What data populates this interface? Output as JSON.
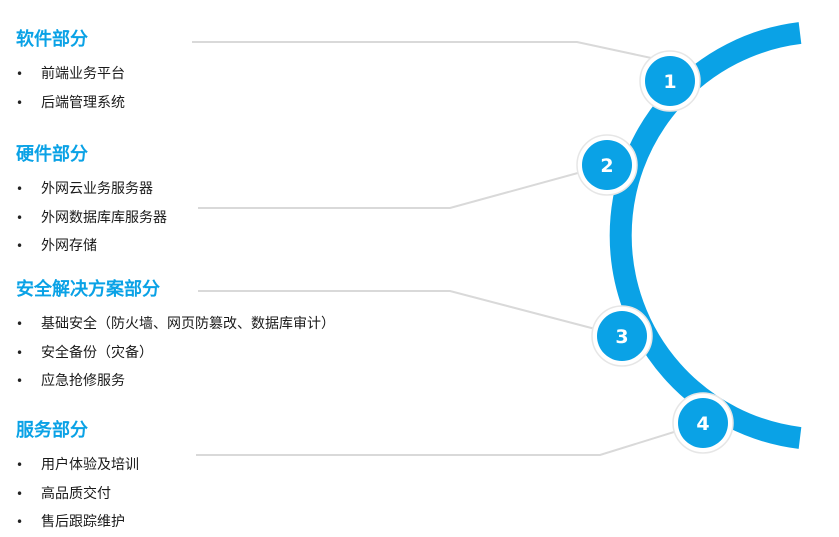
{
  "colors": {
    "accent": "#0aa2e6",
    "connector": "#d9d9d9",
    "badge_ring": "#e6e6e6",
    "text": "#1a1a1a"
  },
  "sections": [
    {
      "number": "1",
      "title": "软件部分",
      "items": [
        "前端业务平台",
        "后端管理系统"
      ]
    },
    {
      "number": "2",
      "title": "硬件部分",
      "items": [
        "外网云业务服务器",
        "外网数据库库服务器",
        "外网存储"
      ]
    },
    {
      "number": "3",
      "title": "安全解决方案部分",
      "items": [
        "基础安全（防火墙、网页防篡改、数据库审计）",
        "安全备份（灾备）",
        "应急抢修服务"
      ]
    },
    {
      "number": "4",
      "title": "服务部分",
      "items": [
        "用户体验及培训",
        "高品质交付",
        "售后跟踪维护"
      ]
    }
  ]
}
